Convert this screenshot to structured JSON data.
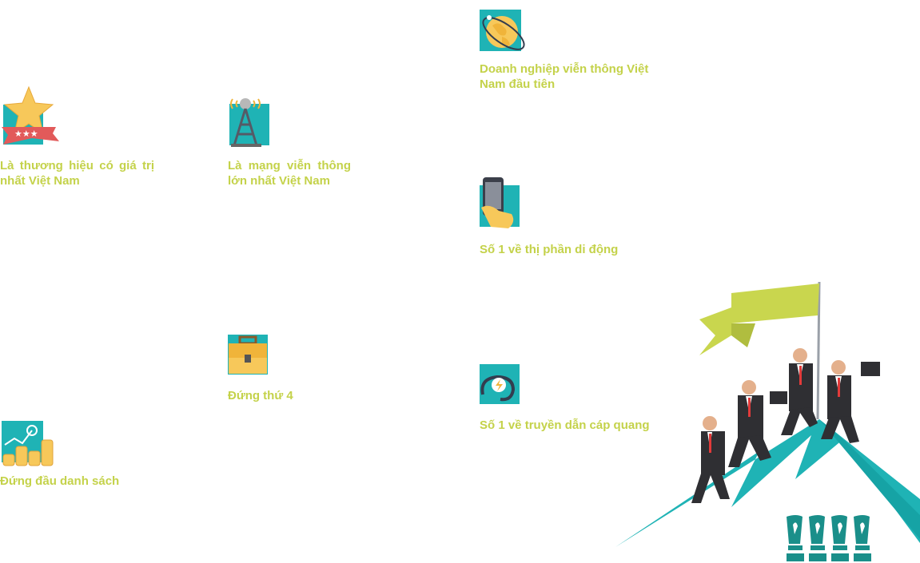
{
  "achievements": [
    {
      "id": "first-telecom",
      "icon": "globe-icon",
      "text": "Doanh nghiệp viễn thông Việt Nam đầu tiên"
    },
    {
      "id": "valuable-brand",
      "icon": "star-ribbon-icon",
      "text": "Là thương hiệu có giá trị nhất Việt Nam"
    },
    {
      "id": "largest-network",
      "icon": "antenna-tower-icon",
      "text": "Là mạng viễn thông lớn nhất Việt Nam"
    },
    {
      "id": "mobile-share",
      "icon": "mobile-phone-icon",
      "text": "Số 1 về thị phần di động"
    },
    {
      "id": "rank-fourth",
      "icon": "briefcase-icon",
      "text": "Đứng thứ 4"
    },
    {
      "id": "fiber-optic",
      "icon": "fiber-cable-icon",
      "text": "Số 1 về truyền dẫn cáp quang"
    },
    {
      "id": "top-list",
      "icon": "coins-chart-icon",
      "text": "Đứng đầu danh sách"
    }
  ],
  "colors": {
    "accent": "#c4d24a",
    "teal": "#1fb3b5",
    "yellow": "#f7c85a",
    "flag": "#c9d64e",
    "suit": "#2f2f33"
  },
  "illustration": {
    "icon": "mountain-climbers-flag-icon",
    "trophies": "trophy-icon"
  }
}
